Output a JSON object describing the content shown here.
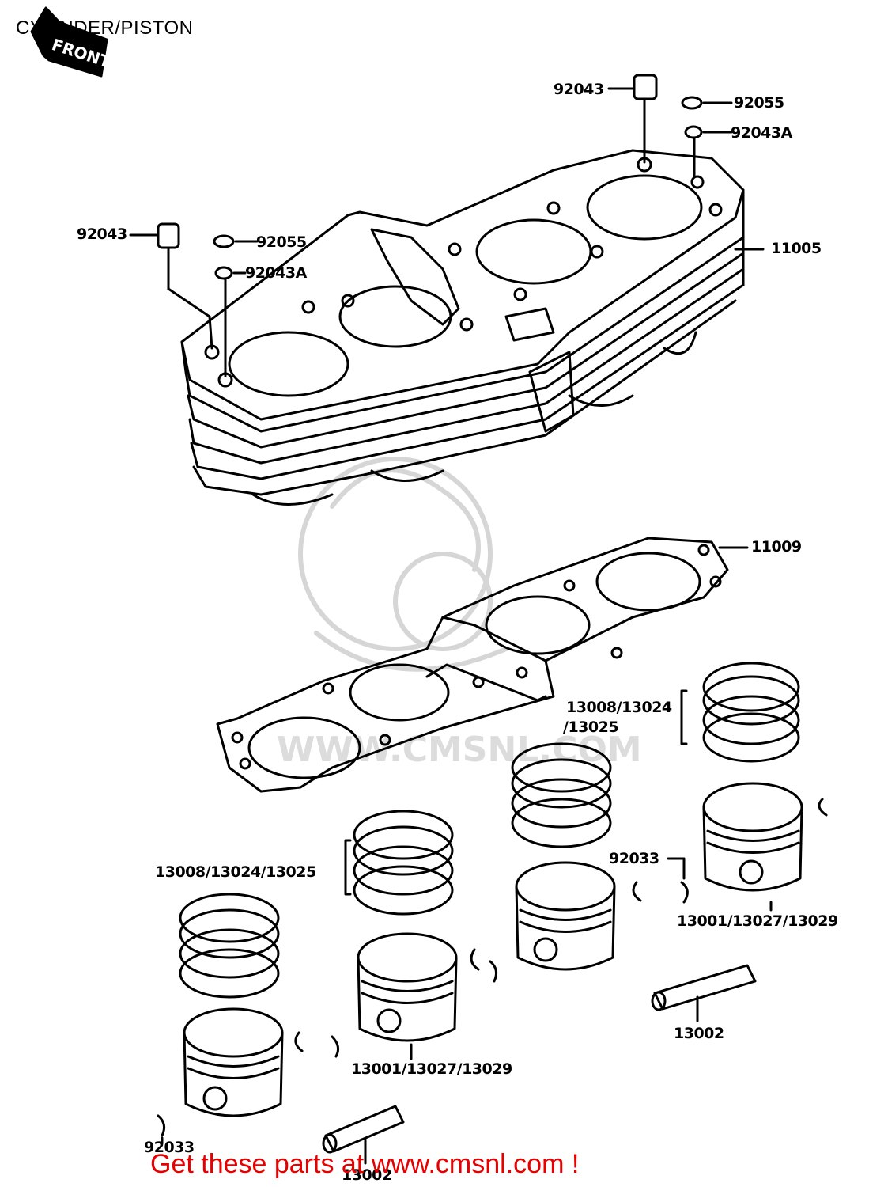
{
  "title": "CYLINDER/PISTON",
  "footer": "Get these parts at www.cmsnl.com !",
  "front_mark": "FRONT",
  "watermark": "WWW.CMSNL.COM",
  "labels": {
    "bolt_right_top": "92043",
    "washer_right": "92055",
    "cap_right": "92043A",
    "bolt_left": "92043",
    "washer_left": "92055",
    "cap_left": "92043A",
    "cylinder": "11005",
    "gasket": "11009",
    "rings_right_1": "13008/13024",
    "rings_right_2": "/13025",
    "rings_mid": "13008/13024/13025",
    "clip_mid": "92033",
    "piston_right": "13001/13027/13029",
    "pin_right": "13002",
    "piston_mid": "13001/13027/13029",
    "clip_left": "92033",
    "pin_left": "13002"
  }
}
